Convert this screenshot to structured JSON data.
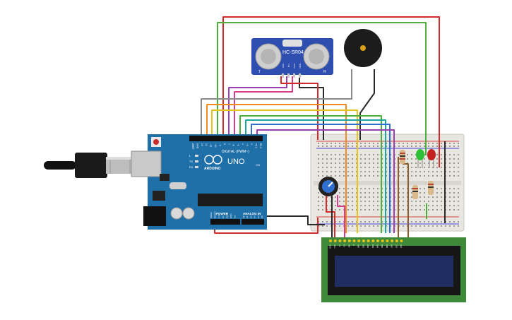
{
  "sensor": {
    "model": "HC-SR04",
    "pins": [
      "VCC",
      "Trig",
      "Echo",
      "GND"
    ],
    "left_mark": "T",
    "right_mark": "R"
  },
  "arduino": {
    "brand": "ARDUINO",
    "model": "UNO",
    "on_label": "ON",
    "led_labels": [
      "L",
      "TX",
      "RX"
    ],
    "digital_header": "DIGITAL (PWM~)",
    "power_header": "POWER",
    "analog_header": "ANALOG IN",
    "digital_pins": [
      "AREF",
      "GND",
      "13",
      "12",
      "~11",
      "~10",
      "~9",
      "8",
      "7",
      "~6",
      "~5",
      "4",
      "~3",
      "2",
      "TX 1",
      "RX 0"
    ],
    "power_pins": [
      "IOREF",
      "RESET",
      "3.3V",
      "5V",
      "GND",
      "GND",
      "Vin"
    ],
    "analog_pins": [
      "A0",
      "A1",
      "A2",
      "A3",
      "A4",
      "A5"
    ]
  },
  "lcd": {
    "pins": [
      "GND",
      "VCC",
      "V0",
      "RS",
      "RW",
      "E",
      "DB0",
      "DB1",
      "DB2",
      "DB3",
      "DB4",
      "DB5",
      "DB6",
      "DB7",
      "LED",
      "LED"
    ]
  },
  "colors": {
    "red_wire": "#d42a2a",
    "green_wire": "#4caf3c",
    "orange_wire": "#f08c1e",
    "yellow_wire": "#e8c31a",
    "purple_wire": "#9b3fb5",
    "blue_wire": "#2f6fd0",
    "teal_wire": "#1aa6a0",
    "gray_wire": "#8a8a8a",
    "black_wire": "#2a2a2a",
    "brown_wire": "#8a5a2b",
    "pink_wire": "#d63d8e",
    "arduino_board": "#1f6fa8",
    "lcd_pcb": "#3e8a3a",
    "lcd_screen": "#1f2d63",
    "breadboard": "#e8e6e1"
  }
}
